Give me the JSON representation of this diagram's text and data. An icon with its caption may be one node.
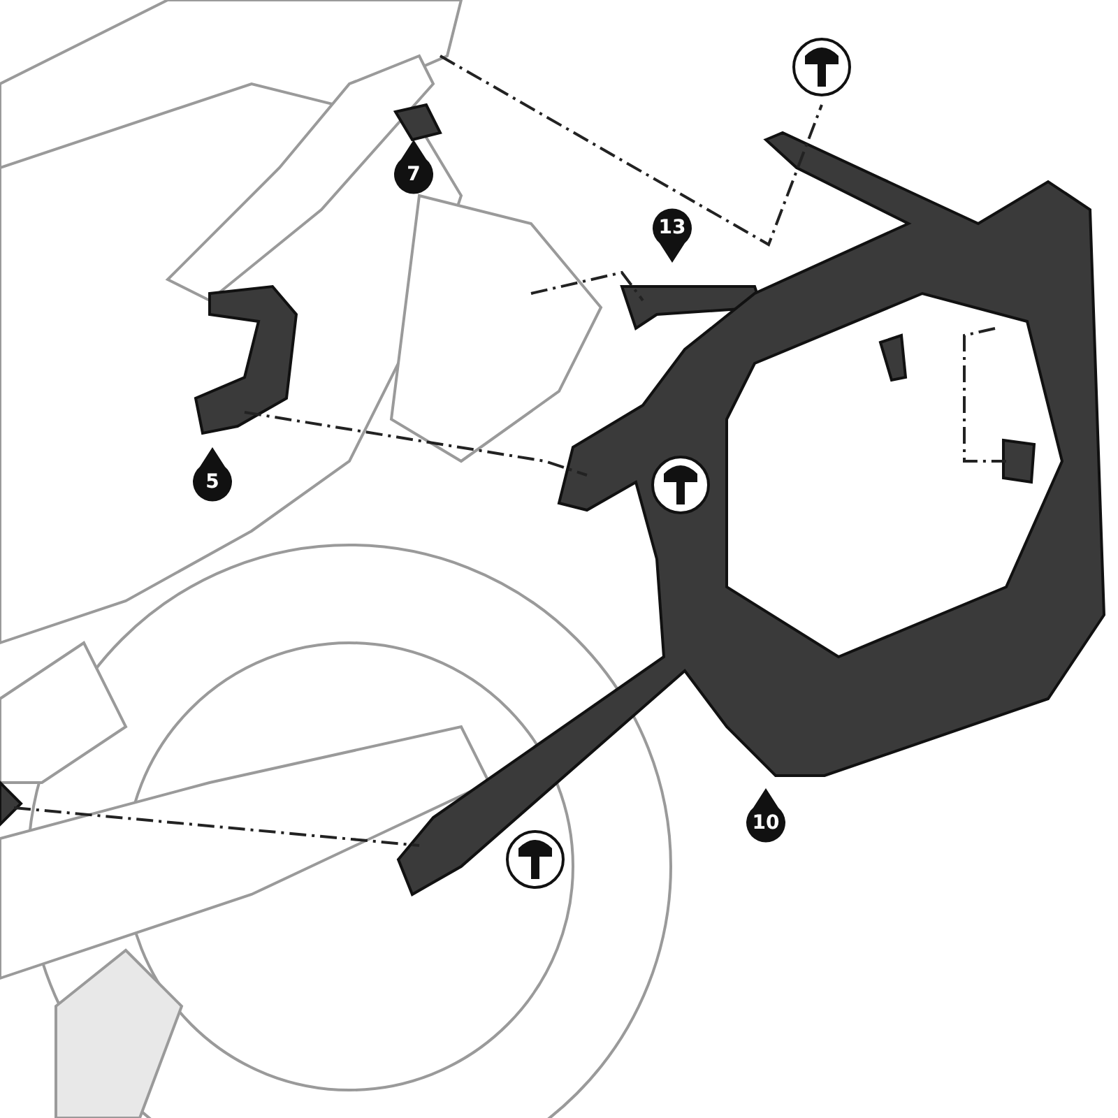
{
  "diagram": {
    "labels": [
      "7",
      "13",
      "5",
      "10"
    ]
  }
}
